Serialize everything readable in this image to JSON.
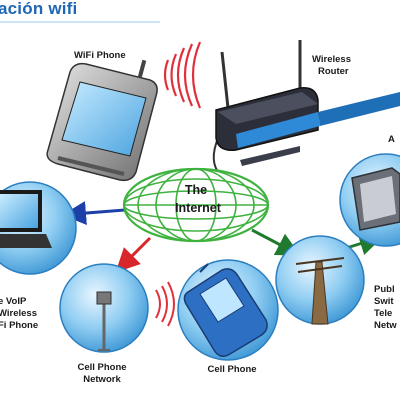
{
  "title": "ación wifi",
  "labels": {
    "wifi_phone": "WiFi Phone",
    "wireless_router_1": "Wireless",
    "wireless_router_2": "Router",
    "internet_1": "The",
    "internet_2": "Internet",
    "voip_1": "e VoIP",
    "voip_2": "Wireless",
    "voip_3": "Fi Phone",
    "cell_network_1": "Cell Phone",
    "cell_network_2": "Network",
    "cell_phone": "Cell Phone",
    "public_1": "Publ",
    "public_2": "Swit",
    "public_3": "Tele",
    "public_4": "Netw",
    "top_right": "A"
  },
  "colors": {
    "title": "#1f66b4",
    "internet_mesh": "#3fb23f",
    "circle_fill": "#5fb2e6",
    "arrow_blue": "#1d3fa8",
    "arrow_red": "#d8262b",
    "arrow_green": "#1f7a2e",
    "wifi_waves": "#e0303a"
  }
}
